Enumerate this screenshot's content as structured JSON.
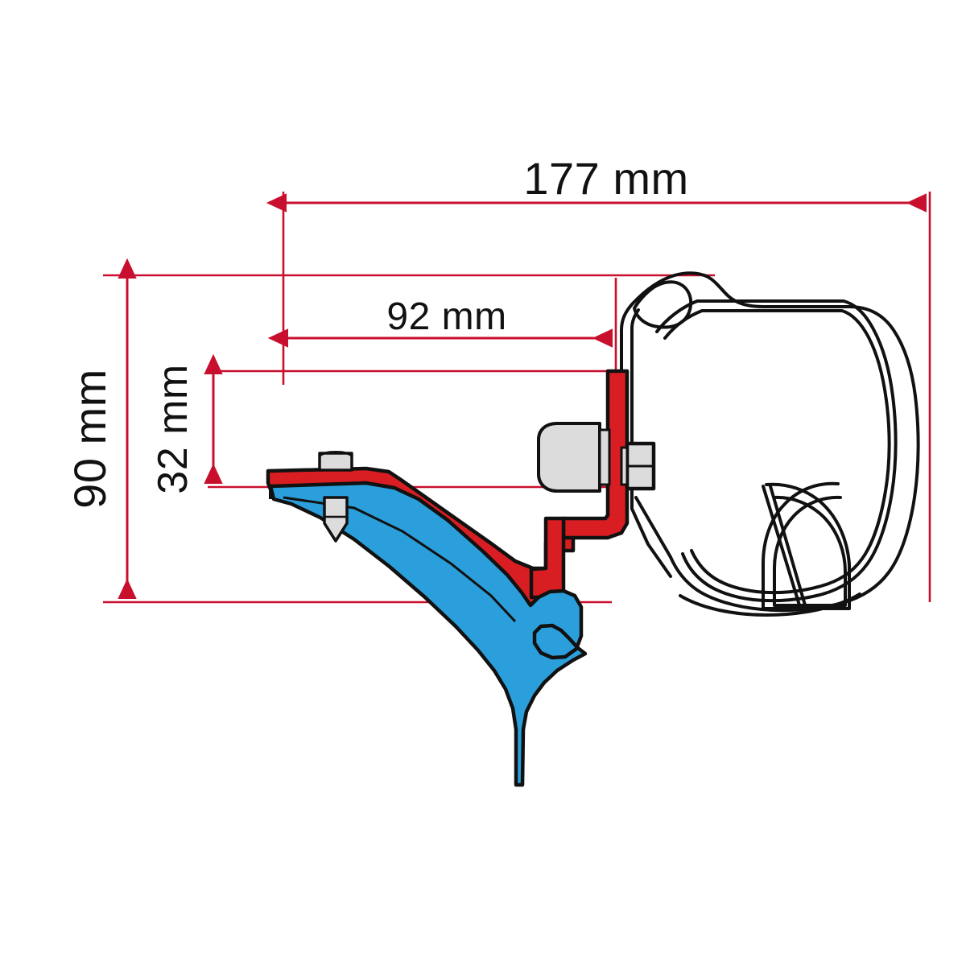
{
  "drawing": {
    "title": "Awning adapter bracket cross-section",
    "background_color": "#ffffff",
    "dimension_line_color": "#C8102E",
    "adapter_bracket_color": "#D81E22",
    "vehicle_rail_color": "#2B9FDB",
    "hardware_color": "#DCDCDC",
    "outline_color": "#111111"
  },
  "dimensions": {
    "overall_width": {
      "label": "177 mm",
      "value": 177,
      "unit": "mm",
      "orientation": "horizontal",
      "position": "top"
    },
    "offset_width": {
      "label": "92 mm",
      "value": 92,
      "unit": "mm",
      "orientation": "horizontal",
      "position": "middle"
    },
    "overall_height": {
      "label": "90 mm",
      "value": 90,
      "unit": "mm",
      "orientation": "vertical",
      "position": "left-outer"
    },
    "drop_height": {
      "label": "32 mm",
      "value": 32,
      "unit": "mm",
      "orientation": "vertical",
      "position": "left-inner"
    }
  },
  "parts": {
    "awning_case": "awning-case-outline",
    "roller_tube": "roller-tube-outline",
    "adapter_bracket": "red-adapter-bracket",
    "vehicle_rail": "blue-vehicle-roof-rail",
    "fixing_screw": "self-tapping-screw",
    "mounting_bolt": "mounting-bolt",
    "mounting_nut": "mounting-nut"
  }
}
